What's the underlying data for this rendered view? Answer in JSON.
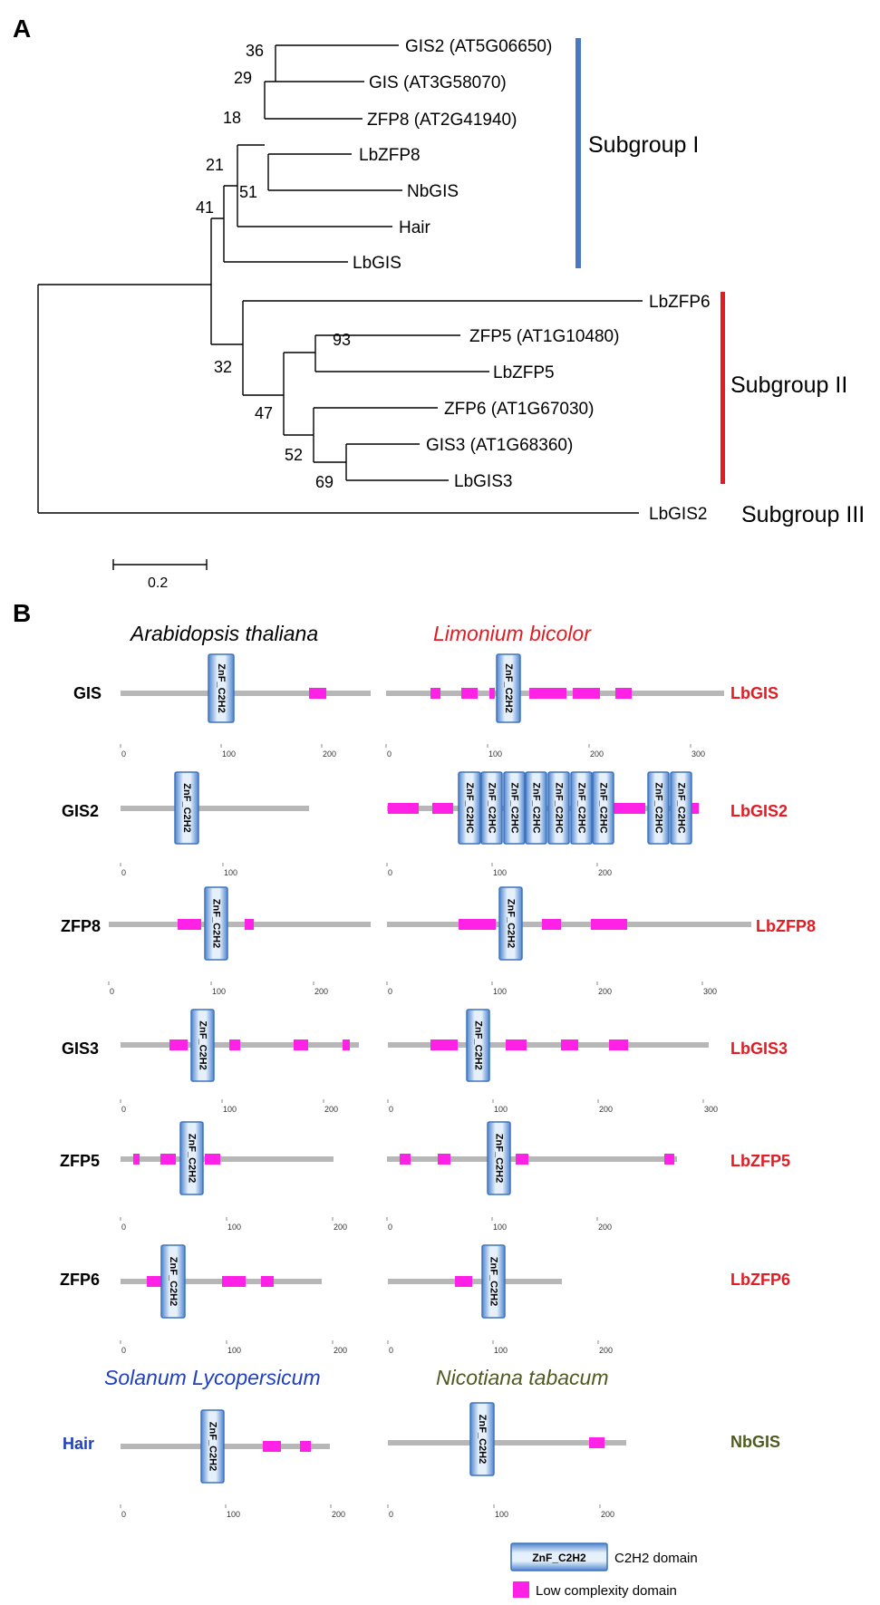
{
  "panel_a": {
    "label": "A",
    "scale_label": "0.2",
    "leaves": {
      "gis2": "GIS2 (AT5G06650)",
      "gis": "GIS (AT3G58070)",
      "zfp8": "ZFP8 (AT2G41940)",
      "lbzfp8": "LbZFP8",
      "nbgis": "NbGIS",
      "hair": "Hair",
      "lbgis": "LbGIS",
      "lbzfp6": "LbZFP6",
      "zfp5": "ZFP5 (AT1G10480)",
      "lbzfp5": "LbZFP5",
      "zfp6": "ZFP6 (AT1G67030)",
      "gis3": "GIS3 (AT1G68360)",
      "lbgis3": "LbGIS3",
      "lbgis2": "LbGIS2"
    },
    "bootstrap": {
      "n36": "36",
      "n29": "29",
      "n18": "18",
      "n51": "51",
      "n21": "21",
      "n41": "41",
      "n93": "93",
      "n32": "32",
      "n47": "47",
      "n52": "52",
      "n69": "69"
    },
    "subgroups": {
      "one": "Subgroup I",
      "two": "Subgroup II",
      "three": "Subgroup III"
    },
    "colors": {
      "subgroup_one": "#4a78c2",
      "subgroup_two": "#e31b23"
    }
  },
  "panel_b": {
    "label": "B",
    "headers": {
      "arabidopsis": "Arabidopsis thaliana",
      "limonium": "Limonium bicolor",
      "solanum": "Solanum Lycopersicum",
      "nicotiana": "Nicotiana tabacum"
    },
    "domain_label": "ZnF_C2H2",
    "domain_label_alt": "ZnF_C2HC",
    "rows": {
      "r1": {
        "left": "GIS",
        "right": "LbGIS"
      },
      "r2": {
        "left": "GIS2",
        "right": "LbGIS2"
      },
      "r3": {
        "left": "ZFP8",
        "right": "LbZFP8"
      },
      "r4": {
        "left": "GIS3",
        "right": "LbGIS3"
      },
      "r5": {
        "left": "ZFP5",
        "right": "LbZFP5"
      },
      "r6": {
        "left": "ZFP6",
        "right": "LbZFP6"
      },
      "r7": {
        "left": "Hair",
        "right": "NbGIS"
      }
    },
    "ticks": {
      "t0": "0",
      "t100": "100",
      "t200": "200",
      "t300": "300"
    },
    "legend": {
      "c2h2_box": "ZnF_C2H2",
      "c2h2_text": "C2H2 domain",
      "low_text": "Low complexity domain"
    },
    "colors": {
      "arabidopsis": "#000000",
      "limonium": "#e31b23",
      "solanum": "#1f3fbf",
      "nicotiana": "#4f5a1f",
      "backbone": "#b7b7b7",
      "low_complexity": "#ff22e6",
      "domain": "#5b93d6"
    }
  }
}
